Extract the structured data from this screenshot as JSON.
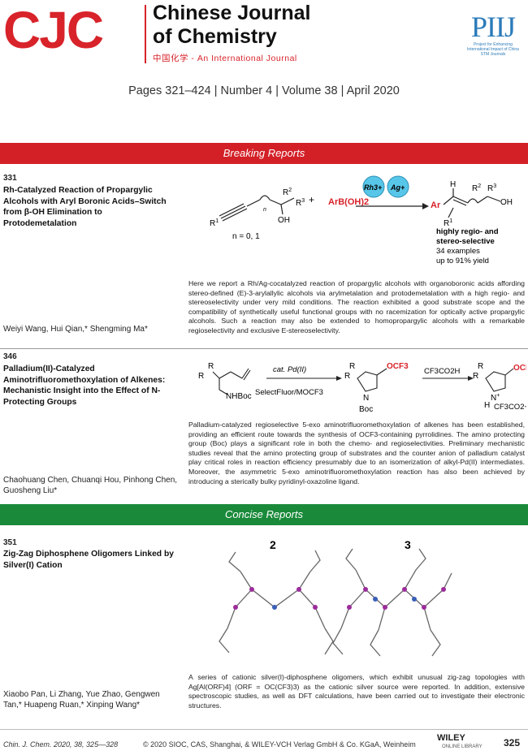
{
  "header": {
    "logo_letters": "CJC",
    "journal_name_line1": "Chinese Journal",
    "journal_name_line2": "of Chemistry",
    "journal_sub": "中国化学 - An International Journal",
    "pij_mark": "PIIJ",
    "pij_text": "Project for Enhancing International Impact of China STM Journals"
  },
  "issue_line": "Pages 321–424 | Number 4 | Volume 38 | April 2020",
  "sections": {
    "breaking": "Breaking Reports",
    "concise": "Concise Reports"
  },
  "articles": [
    {
      "page": "331",
      "title": "Rh-Catalyzed Reaction of Propargylic Alcohols with Aryl Boronic Acids–Switch from β-OH Elimination to Protodemetalation",
      "authors": "Weiyi Wang, Hui Qian,* Shengming Ma*",
      "abstract": "Here we report a Rh/Ag-cocatalyzed reaction of propargylic alcohols with organoboronic acids affording stereo-defined (E)-3-arylallylic alcohols via arylmetalation and protodemetalation with a high regio- and stereoselectivity under very mild conditions. The reaction exhibited a good substrate scope and the compatibility of synthetically useful functional groups with no racemization for optically active propargylic alcohols. Such a reaction may also be extended to homopropargylic alcohols with a remarkable regioselectivity and exclusive E-stereoselectivity.",
      "scheme": {
        "n_label": "n = 0, 1",
        "reagent": "ArB(OH)2",
        "cat1": "Rh3+",
        "cat2": "Ag+",
        "plus": "+",
        "result1": "highly regio- and",
        "result2": "stereo-selective",
        "result3": "34 examples",
        "result4": "up to 91% yield"
      }
    },
    {
      "page": "346",
      "title": "Palladium(II)-Catalyzed Aminotrifluoromethoxylation of Alkenes: Mechanistic Insight into the Effect of N-Protecting Groups",
      "authors": "Chaohuang Chen, Chuanqi Hou, Pinhong Chen, Guosheng Liu*",
      "abstract": "Palladium-catalyzed regioselective 5-exo aminotrifluoromethoxylation of alkenes has been established, providing an efficient route towards the synthesis of OCF3-containing pyrrolidines. The amino protecting group (Boc) plays a significant role in both the chemo- and regioselectivities. Preliminary mechanistic studies reveal that the amino protecting group of substrates and the counter anion of palladium catalyst play critical roles in reaction efficiency presumably due to an isomerization of alkyl-Pd(II) intermediates. Moreover, the asymmetric 5-exo aminotrifluoromethoxylation reaction has also been achieved by introducing a sterically bulky pyridinyl-oxazoline ligand.",
      "scheme": {
        "cond_top": "cat. Pd(II)",
        "cond_bottom": "SelectFluor/MOCF3",
        "cond2": "CF3CO2H",
        "nhboc": "NHBoc",
        "boc": "Boc",
        "ocf3": "OCF3",
        "counter": "CF3CO2−"
      }
    },
    {
      "page": "351",
      "title": "Zig-Zag Diphosphene Oligomers Linked by Silver(I) Cation",
      "authors": "Xiaobo Pan, Li Zhang, Yue Zhao, Gengwen Tan,* Huapeng Ruan,* Xinping Wang*",
      "abstract": "A series of cationic silver(I)-diphosphene oligomers, which exhibit unusual zig-zag topologies with Ag[Al(ORF)4] (ORF = OC(CF3)3) as the cationic silver source were reported. In addition, extensive spectroscopic studies, as well as DFT calculations, have been carried out to investigate their electronic structures.",
      "scheme": {
        "label2": "2",
        "label3": "3"
      }
    }
  ],
  "footer": {
    "citation": "Chin. J. Chem. 2020, 38, 325—328",
    "copyright": "© 2020 SIOC, CAS, Shanghai, & WILEY-VCH Verlag GmbH & Co. KGaA, Weinheim",
    "publisher": "WILEY",
    "publisher_sub": "ONLINE LIBRARY",
    "page_number": "325"
  },
  "colors": {
    "brand_red": "#d8232a",
    "band_red": "#d32027",
    "band_green": "#1a8a3a",
    "pij_blue": "#2b7bb9"
  }
}
